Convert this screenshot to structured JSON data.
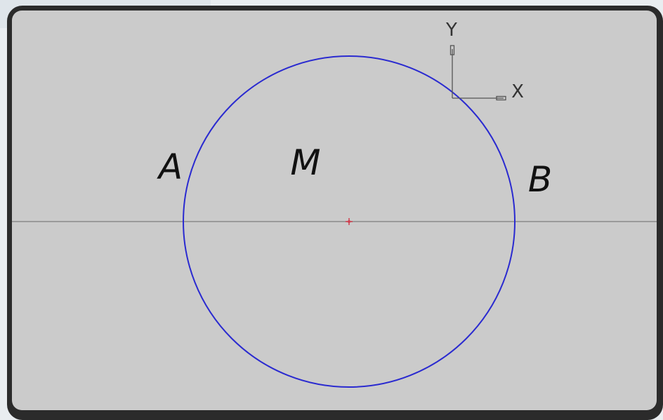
{
  "diagram": {
    "labels": {
      "left_point": "A",
      "center_region": "M",
      "right_point": "B"
    },
    "axes": {
      "y_label": "Y",
      "x_label": "X"
    },
    "colors": {
      "canvas_background": "#cbcbcb",
      "circle_stroke": "#2a2ad0",
      "axis_line": "#8a8a8a",
      "center_marker": "#d04050",
      "frame": "#2b2b2b",
      "label_text": "#111111",
      "coordinate_axes": "#555555"
    }
  }
}
